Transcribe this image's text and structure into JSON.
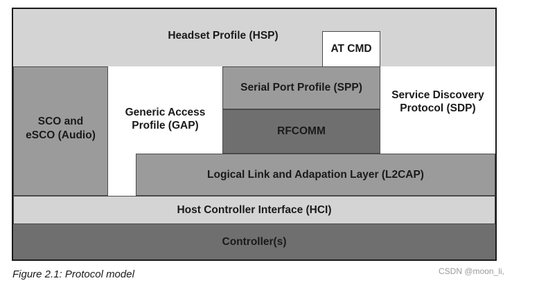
{
  "diagram": {
    "blocks": {
      "hsp": "Headset Profile (HSP)",
      "at_cmd": "AT CMD",
      "sco": "SCO and\neSCO (Audio)",
      "gap": "Generic Access\nProfile (GAP)",
      "spp": "Serial Port Profile (SPP)",
      "rfcomm": "RFCOMM",
      "sdp": "Service Discovery\nProtocol (SDP)",
      "l2cap": "Logical Link and Adapation Layer (L2CAP)",
      "hci": "Host Controller Interface (HCI)",
      "controller": "Controller(s)"
    }
  },
  "caption": "Figure 2.1: Protocol model",
  "watermark": "CSDN @moon_li,"
}
